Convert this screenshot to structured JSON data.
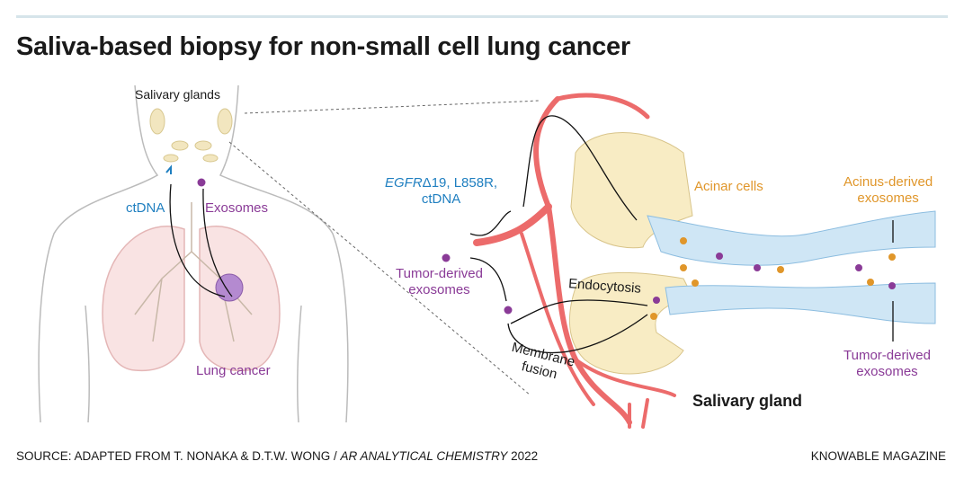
{
  "title": "Saliva-based biopsy for non-small cell lung cancer",
  "labels": {
    "salivary_glands": "Salivary glands",
    "ctdna": "ctDNA",
    "exosomes": "Exosomes",
    "lung_cancer": "Lung cancer",
    "egfr_italic": "EGFR",
    "egfr_rest": "Δ19, L858R,",
    "egfr_ctdna": "ctDNA",
    "tumor_derived_1": "Tumor-derived",
    "tumor_derived_2": "exosomes",
    "acinar_cells": "Acinar cells",
    "acinus_derived_1": "Acinus-derived",
    "acinus_derived_2": "exosomes",
    "tumor_right_1": "Tumor-derived",
    "tumor_right_2": "exosomes",
    "endocytosis": "Endocytosis",
    "membrane": "Membrane",
    "fusion": "fusion",
    "salivary_gland": "Salivary gland"
  },
  "footer": {
    "source_prefix": "SOURCE: ADAPTED FROM T. NONAKA & D.T.W. WONG / ",
    "source_journal": "AR ANALYTICAL CHEMISTRY",
    "source_year": " 2022",
    "credit": "KNOWABLE MAGAZINE"
  },
  "colors": {
    "ctdna": "#1f7fc0",
    "tumor": "#8a3b97",
    "acinus": "#e0962a",
    "vessel": "#ec6b6b",
    "acinar": "#f8ecc4",
    "duct": "#cfe6f5"
  }
}
